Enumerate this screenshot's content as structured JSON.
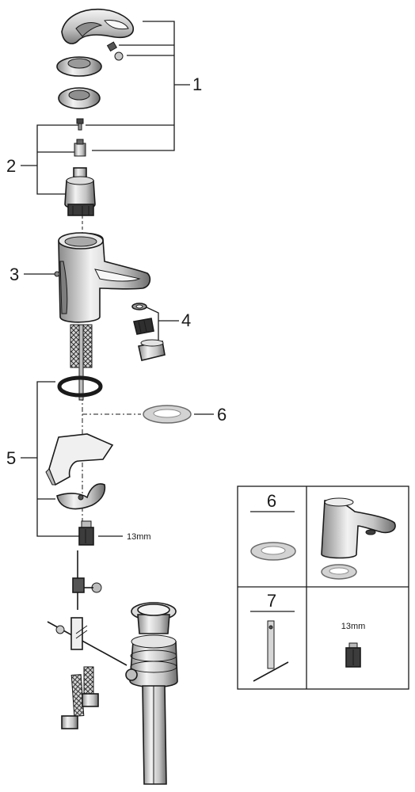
{
  "callouts": {
    "c1": "1",
    "c2": "2",
    "c3": "3",
    "c4": "4",
    "c5": "5",
    "c6": "6"
  },
  "wrench_size_label": "13mm",
  "inset": {
    "cell_6_label": "6",
    "cell_7_label": "7",
    "wrench_size_label": "13mm"
  },
  "colors": {
    "line": "#1a1a1a",
    "chrome_light": "#e6e6e6",
    "chrome_mid": "#b9b9b9",
    "chrome_dark": "#6e6e6e",
    "seal_gray": "#cfcfcf"
  }
}
